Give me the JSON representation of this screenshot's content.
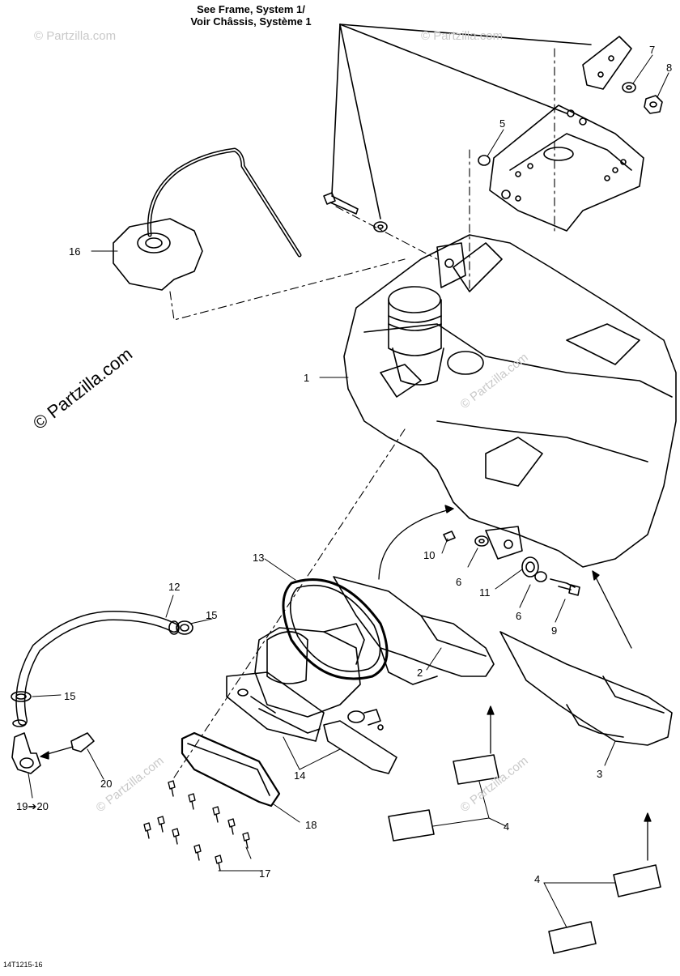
{
  "header_reference": {
    "line1": "See Frame, System 1/",
    "line2": "Voir Châssis, Système 1"
  },
  "watermarks": {
    "main": "© Partzilla.com",
    "faint": "© Partzilla.com"
  },
  "diagram_code": "14T1215-16",
  "callouts": {
    "c1": "1",
    "c2": "2",
    "c3": "3",
    "c4a": "4",
    "c4b": "4",
    "c5": "5",
    "c6a": "6",
    "c6b": "6",
    "c7": "7",
    "c8": "8",
    "c9": "9",
    "c10": "10",
    "c11": "11",
    "c12": "12",
    "c13": "13",
    "c14": "14",
    "c15a": "15",
    "c15b": "15",
    "c16": "16",
    "c17": "17",
    "c18": "18",
    "c19_20": "19➔20",
    "c20": "20"
  }
}
